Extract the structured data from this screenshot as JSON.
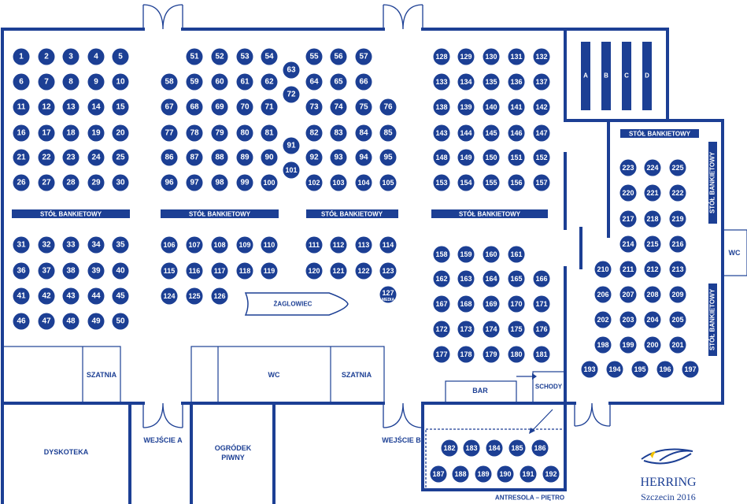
{
  "labels": {
    "banquet": "STÓŁ BANKIETOWY",
    "sailboat": "ŻAGLOWIEC",
    "wc": "WC",
    "wc_right": "WC",
    "cloakroom_left": "SZATNIA",
    "cloakroom_mid": "SZATNIA",
    "bar": "BAR",
    "stairs": "SCHODY",
    "disco": "DYSKOTEKA",
    "beer_garden_1": "OGRÓDEK",
    "beer_garden_2": "PIWNY",
    "entrance_a": "WEJŚCIE A",
    "entrance_b": "WEJŚCIE B",
    "mezzanine": "ANTRESOLA – PIĘTRO",
    "media": "MEDIA",
    "logo_name": "HERRING",
    "logo_sub": "Szczecin 2016"
  },
  "standing_rows": [
    "A",
    "B",
    "C",
    "D"
  ],
  "colors": {
    "primary": "#1c3f94",
    "logo_accent": "#f2c200"
  }
}
